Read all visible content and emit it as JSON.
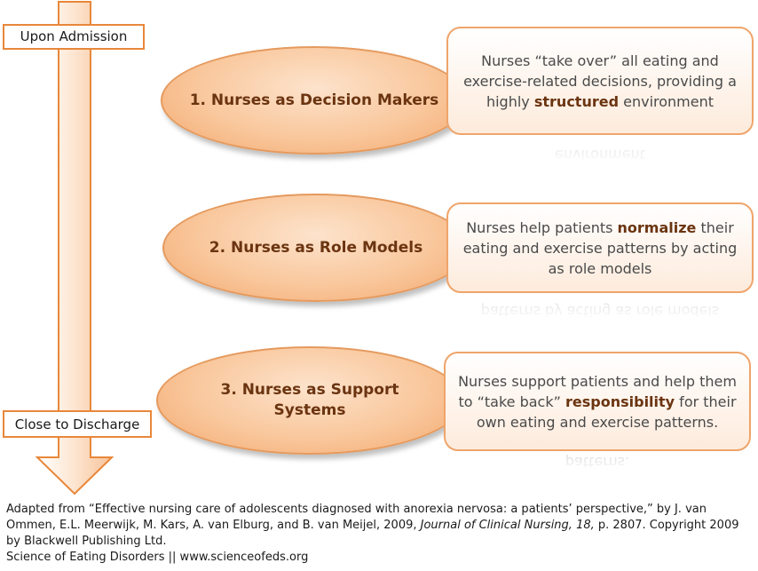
{
  "stages": {
    "start": "Upon Admission",
    "end": "Close to Discharge"
  },
  "roles": [
    {
      "title": "1. Nurses as Decision Makers",
      "desc_parts": [
        "Nurses “take over” all eating and exercise-related decisions, providing a highly ",
        "structured",
        " environment"
      ],
      "reflection": "environment"
    },
    {
      "title": "2. Nurses as Role Models",
      "desc_parts": [
        "Nurses help patients ",
        "normalize",
        " their eating and exercise patterns by acting as role models"
      ],
      "reflection": "patterns by acting as role models"
    },
    {
      "title": "3. Nurses as Support Systems",
      "desc_parts": [
        "Nurses support patients and help them to “take back” ",
        "responsibility",
        " for their own eating and exercise patterns."
      ],
      "reflection": "patterns."
    }
  ],
  "citation": {
    "prefix": "Adapted from  “Effective nursing care of adolescents diagnosed with anorexia nervosa: a patients’ perspective,” by J. van Ommen, E.L. Meerwijk, M. Kars, A. van Elburg, and B. van Meijel, 2009, ",
    "journal": "Journal of Clinical Nursing, 18,",
    "suffix": " p. 2807.  Copyright 2009 by Blackwell Publishing Ltd.",
    "source": "Science of Eating Disorders || www.scienceofeds.org"
  },
  "colors": {
    "accent": "#e8873a",
    "oval_fill": "#f9c79c",
    "title_text": "#6b3410"
  }
}
